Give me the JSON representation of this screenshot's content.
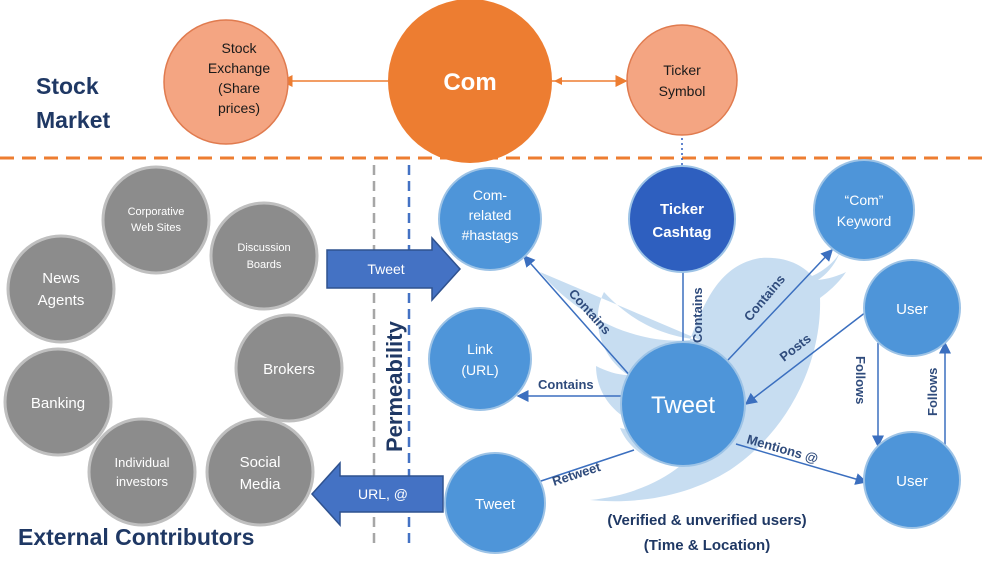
{
  "sections": {
    "stock_market": [
      "Stock",
      "Market"
    ],
    "external_contributors": "External Contributors",
    "permeability": "Permeability"
  },
  "stock_nodes": {
    "com": "Com",
    "stock_exchange": [
      "Stock",
      "Exchange",
      "(Share",
      "prices)"
    ],
    "ticker_symbol": [
      "Ticker",
      "Symbol"
    ]
  },
  "twitter_nodes": {
    "hashtags": [
      "Com-",
      "related",
      "#hastags"
    ],
    "cashtag": [
      "Ticker",
      "Cashtag"
    ],
    "keyword": [
      "“Com”",
      "Keyword"
    ],
    "link": [
      "Link",
      "(URL)"
    ],
    "tweet_center": "Tweet",
    "retweet_node": "Tweet",
    "user_top": "User",
    "user_bottom": "User"
  },
  "edge_labels": {
    "contains_hashtags": "Contains",
    "contains_cashtag": "Contains",
    "contains_keyword": "Contains",
    "contains_link": "Contains",
    "posts": "Posts",
    "mentions": "Mentions @",
    "retweet": "Retweet",
    "follows_left": "Follows",
    "follows_right": "Follows"
  },
  "contributors": {
    "corporative": [
      "Corporative",
      "Web Sites"
    ],
    "discussion": [
      "Discussion",
      "Boards"
    ],
    "news": [
      "News",
      "Agents"
    ],
    "brokers": "Brokers",
    "banking": "Banking",
    "individual": [
      "Individual",
      "investors"
    ],
    "social": [
      "Social",
      "Media"
    ]
  },
  "arrows": {
    "tweet_in": "Tweet",
    "url_out": "URL, @"
  },
  "notes": {
    "users": "(Verified & unverified users)",
    "time_location": "(Time & Location)"
  },
  "colors": {
    "orange_main": "#ed7d31",
    "orange_light": "#f4a582",
    "blue_node": "#4e95d9",
    "blue_dark": "#2e5fbf",
    "grey_node": "#8c8c8c",
    "navy_text": "#1f3864",
    "twitter_bird": "#bdd7ee"
  }
}
